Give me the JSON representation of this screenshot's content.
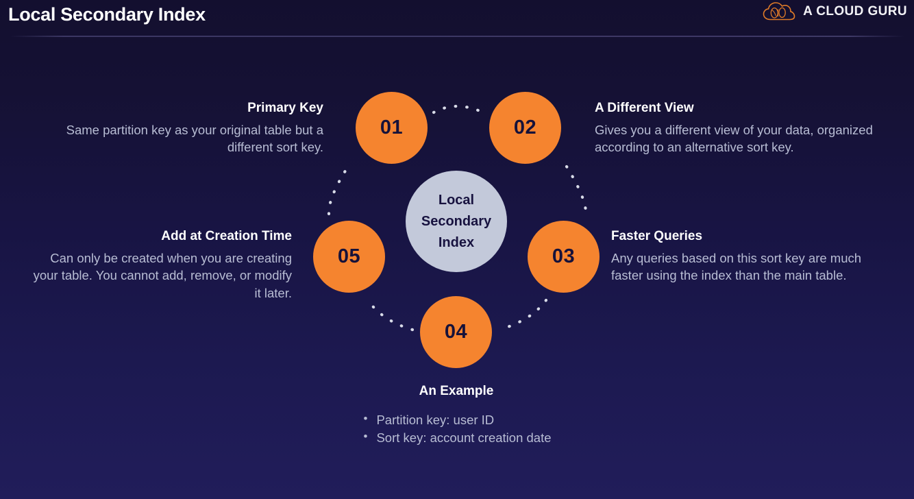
{
  "header": {
    "title": "Local Secondary Index",
    "brand": "A CLOUD GURU",
    "brand_icon": "cloud-outline-icon"
  },
  "colors": {
    "accent_orange": "#f5842f",
    "hub_fill": "#c3c9da",
    "background_top": "#130f2f",
    "background_bottom": "#211d5a",
    "title_text": "#ffffff",
    "body_text": "#b8bdd4",
    "node_number_text": "#16123a",
    "dot_connector": "#d8dbe8"
  },
  "diagram": {
    "type": "circular-cycle",
    "hub_label": "Local Secondary Index",
    "nodes": [
      {
        "number": "01",
        "title": "Primary Key",
        "body": "Same partition key as your original table but a different sort key."
      },
      {
        "number": "02",
        "title": "A Different View",
        "body": "Gives you a different view of your data, organized according to an alternative sort key."
      },
      {
        "number": "03",
        "title": "Faster Queries",
        "body": "Any queries based on this sort key are much faster using the index than the main table."
      },
      {
        "number": "04",
        "title": "An Example",
        "bullets": [
          "Partition key: user ID",
          "Sort key: account creation date"
        ]
      },
      {
        "number": "05",
        "title": "Add at Creation Time",
        "body": "Can only be created when you are creating your table. You cannot add, remove, or modify it later."
      }
    ]
  }
}
